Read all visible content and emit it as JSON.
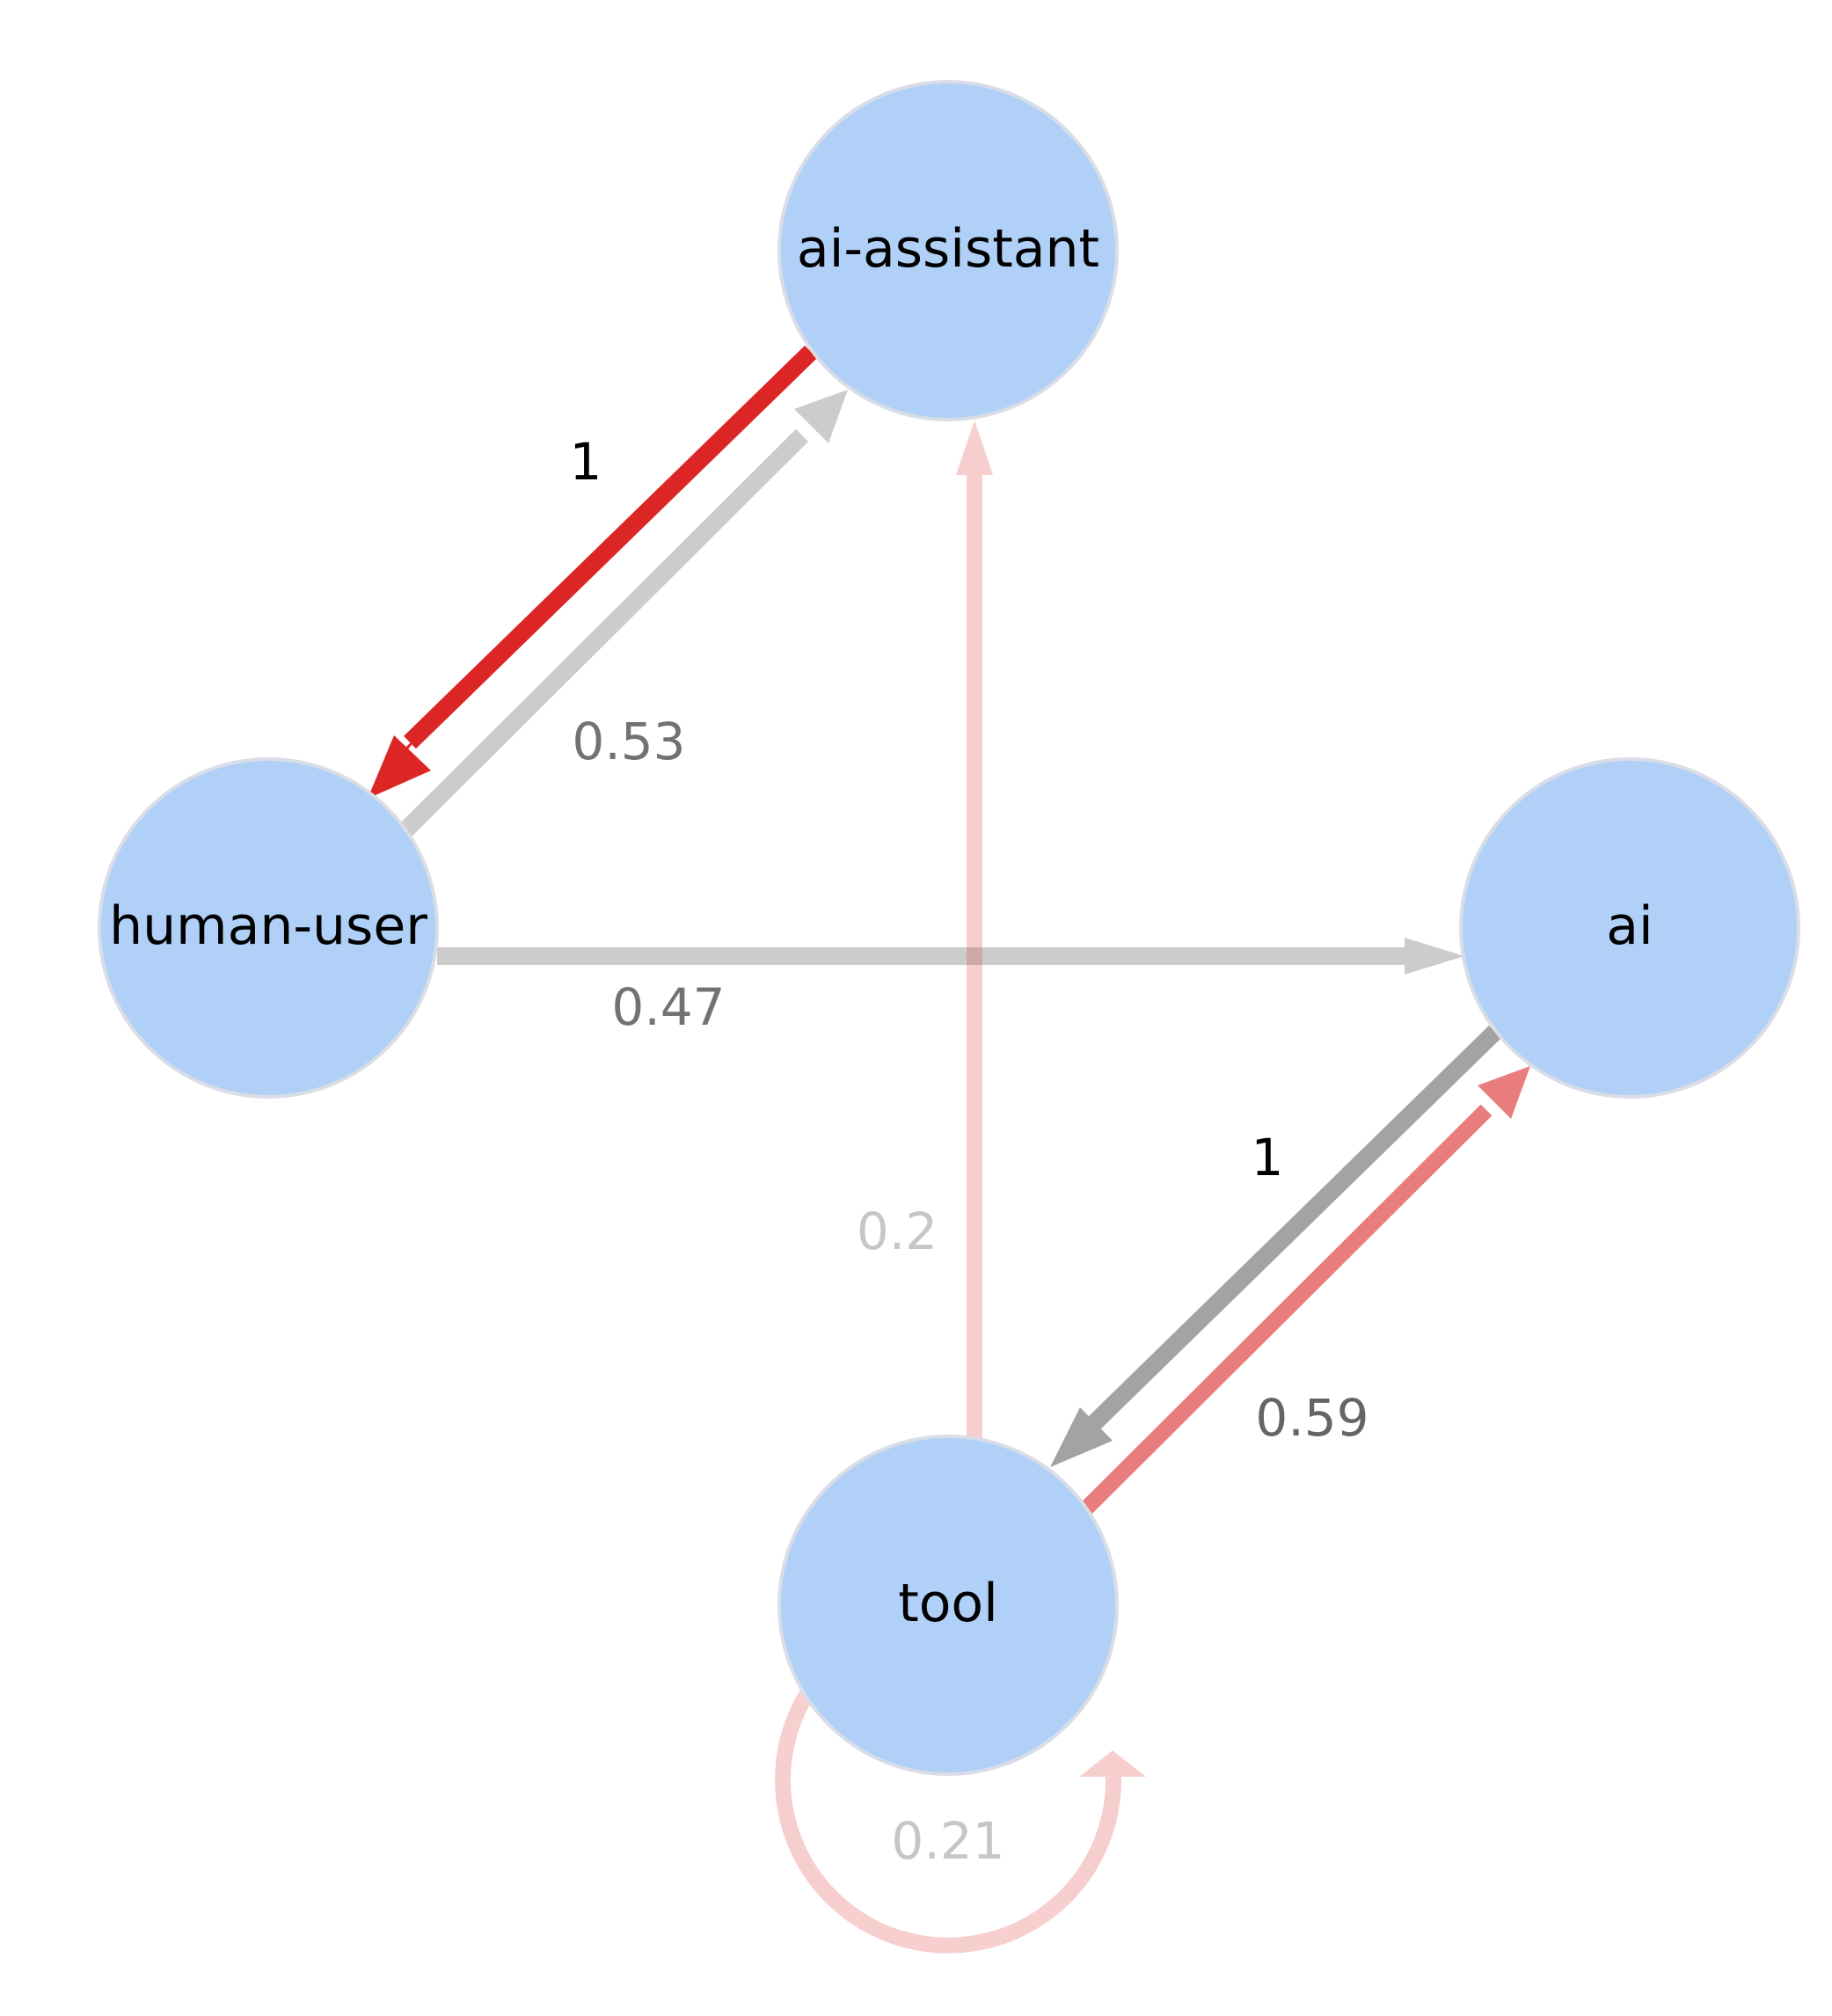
{
  "nodes": [
    {
      "id": "ai-assistant",
      "label": "ai-assistant"
    },
    {
      "id": "human-user",
      "label": "human-user"
    },
    {
      "id": "ai",
      "label": "ai"
    },
    {
      "id": "tool",
      "label": "tool"
    }
  ],
  "edges": [
    {
      "from": "ai-assistant",
      "to": "human-user",
      "weight": "1"
    },
    {
      "from": "human-user",
      "to": "ai-assistant",
      "weight": "0.53"
    },
    {
      "from": "human-user",
      "to": "ai",
      "weight": "0.47"
    },
    {
      "from": "tool",
      "to": "ai-assistant",
      "weight": "0.2"
    },
    {
      "from": "ai",
      "to": "tool",
      "weight": "1"
    },
    {
      "from": "tool",
      "to": "ai",
      "weight": "0.59"
    },
    {
      "from": "tool",
      "to": "tool",
      "weight": "0.21"
    }
  ],
  "colors": {
    "node_fill": "#b0d0f8",
    "node_stroke": "#d8dde6",
    "red_edge": "#dc2626",
    "gray_edge": "#a3a3a3"
  }
}
